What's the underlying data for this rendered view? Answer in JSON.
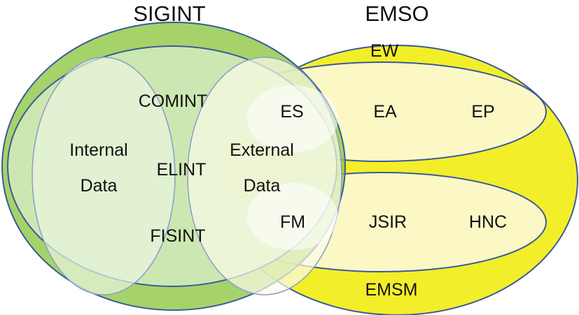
{
  "titles": {
    "sigint": "SIGINT",
    "emso": "EMSO"
  },
  "sigint": {
    "internal_line1": "Internal",
    "internal_line2": "Data",
    "external_line1": "External",
    "external_line2": "Data",
    "comint": "COMINT",
    "elint": "ELINT",
    "fisint": "FISINT"
  },
  "emso": {
    "ew": "EW",
    "es": "ES",
    "ea": "EA",
    "ep": "EP",
    "emsm": "EMSM",
    "fm": "FM",
    "jsir": "JSIR",
    "hnc": "HNC"
  },
  "colors": {
    "sigint_fill": "#8cc63f",
    "sigint_inner": "#dbeecb",
    "emso_fill": "#f3ee2a",
    "sub_ellipse_fill": "#fbf8c6",
    "outline": "#3a5a9a",
    "text": "#111111"
  }
}
